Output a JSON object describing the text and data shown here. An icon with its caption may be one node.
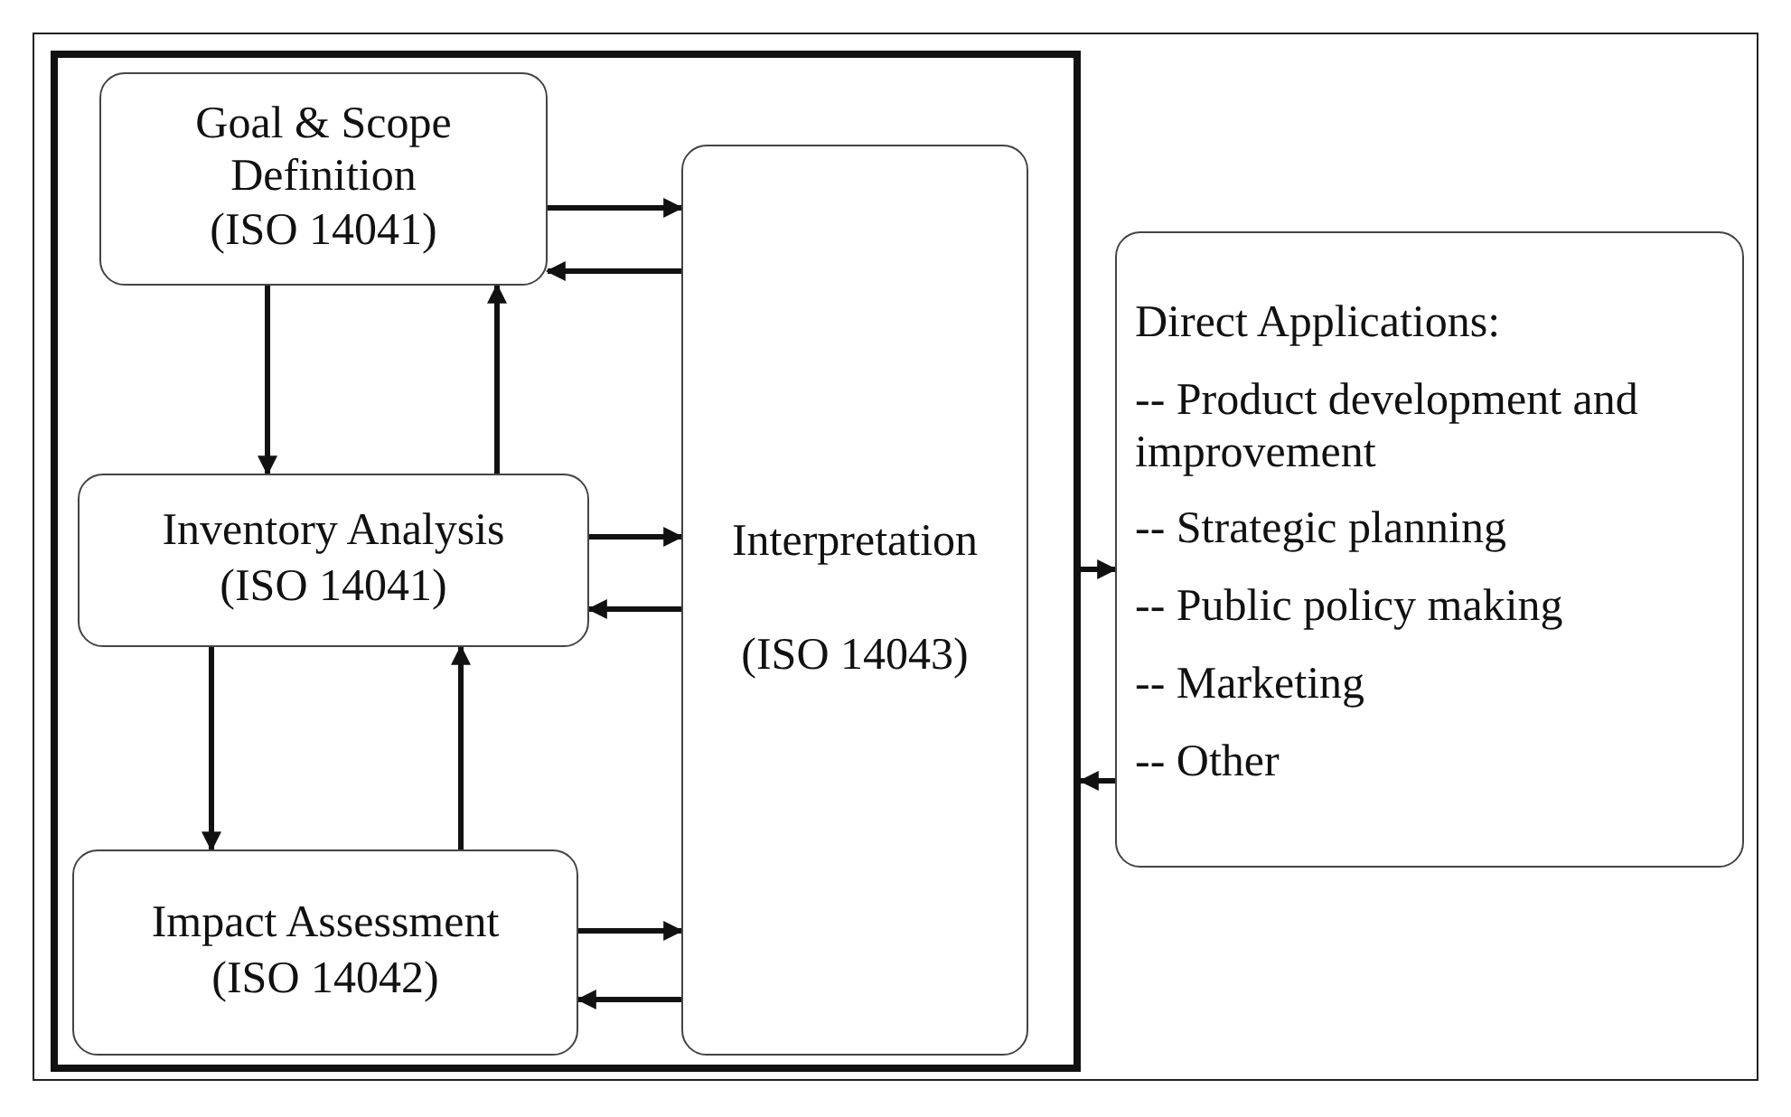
{
  "diagram": {
    "nodes": [
      {
        "text": [],
        "shape": "box"
      },
      {
        "text": [
          "Goal & Scope Definition",
          "(ISO 14041)"
        ],
        "in": 0
      },
      {
        "text": [
          "Inventory Analysis",
          "(ISO 14041)"
        ],
        "in": 0
      },
      {
        "text": [
          "Impact Assessment",
          "(ISO 14042)"
        ],
        "in": 0
      },
      {
        "text": [
          "Interpretation",
          "(ISO 14043)"
        ],
        "in": 0
      },
      {
        "text": [
          "Direct Applications:",
          "-- Product development and improvement",
          "-- Strategic planning",
          "-- Public policy making",
          "-- Marketing",
          "-- Other"
        ]
      }
    ],
    "edges": [
      {
        "from": 1,
        "to": 4,
        "arrow": "to"
      },
      {
        "from": 4,
        "to": 1,
        "arrow": "to"
      },
      {
        "from": 1,
        "to": 2,
        "arrow": "to"
      },
      {
        "from": 2,
        "to": 1,
        "arrow": "to"
      },
      {
        "from": 2,
        "to": 4,
        "arrow": "to"
      },
      {
        "from": 4,
        "to": 2,
        "arrow": "to"
      },
      {
        "from": 2,
        "to": 3,
        "arrow": "to"
      },
      {
        "from": 3,
        "to": 2,
        "arrow": "to"
      },
      {
        "from": 3,
        "to": 4,
        "arrow": "to"
      },
      {
        "from": 4,
        "to": 3,
        "arrow": "to"
      },
      {
        "from": 0,
        "to": 5,
        "arrow": "to"
      },
      {
        "from": 5,
        "to": 0,
        "arrow": "to"
      }
    ]
  }
}
